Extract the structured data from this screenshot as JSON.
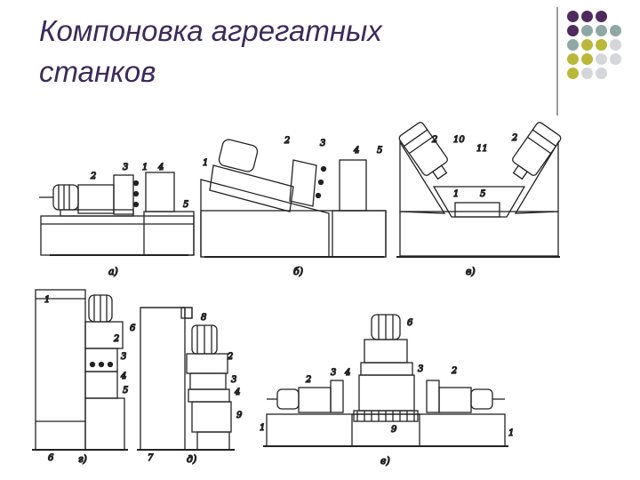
{
  "slide": {
    "title_line1": "Компоновка агрегатных",
    "title_line2": "станков"
  },
  "decor_dots": {
    "colors": {
      "purple": "#4e2a5e",
      "teal": "#8fa8a6",
      "olive": "#b9b83a",
      "light": "#d5d5dc"
    },
    "grid": [
      [
        "purple",
        "purple",
        "purple"
      ],
      [
        "purple",
        "teal",
        "teal",
        "teal"
      ],
      [
        "teal",
        "olive",
        "olive",
        "light"
      ],
      [
        "olive",
        "olive",
        "light",
        "light"
      ],
      [
        "olive",
        "light",
        "light"
      ]
    ]
  },
  "figure": {
    "captions": {
      "a": "а)",
      "b": "б)",
      "v": "в)",
      "g": "г)",
      "d": "д)",
      "e": "е)"
    },
    "numbers_a": [
      "2",
      "3",
      "1",
      "4",
      "5"
    ],
    "numbers_b": [
      "1",
      "2",
      "3",
      "4",
      "5"
    ],
    "numbers_v": [
      "2",
      "10",
      "11",
      "2",
      "1",
      "5"
    ],
    "numbers_g": [
      "1",
      "2",
      "3",
      "4",
      "5",
      "6"
    ],
    "numbers_d": [
      "6",
      "8",
      "2",
      "3",
      "4",
      "9",
      "7"
    ],
    "numbers_e": [
      "6",
      "2",
      "3",
      "4",
      "3",
      "2",
      "1",
      "9",
      "1"
    ]
  }
}
